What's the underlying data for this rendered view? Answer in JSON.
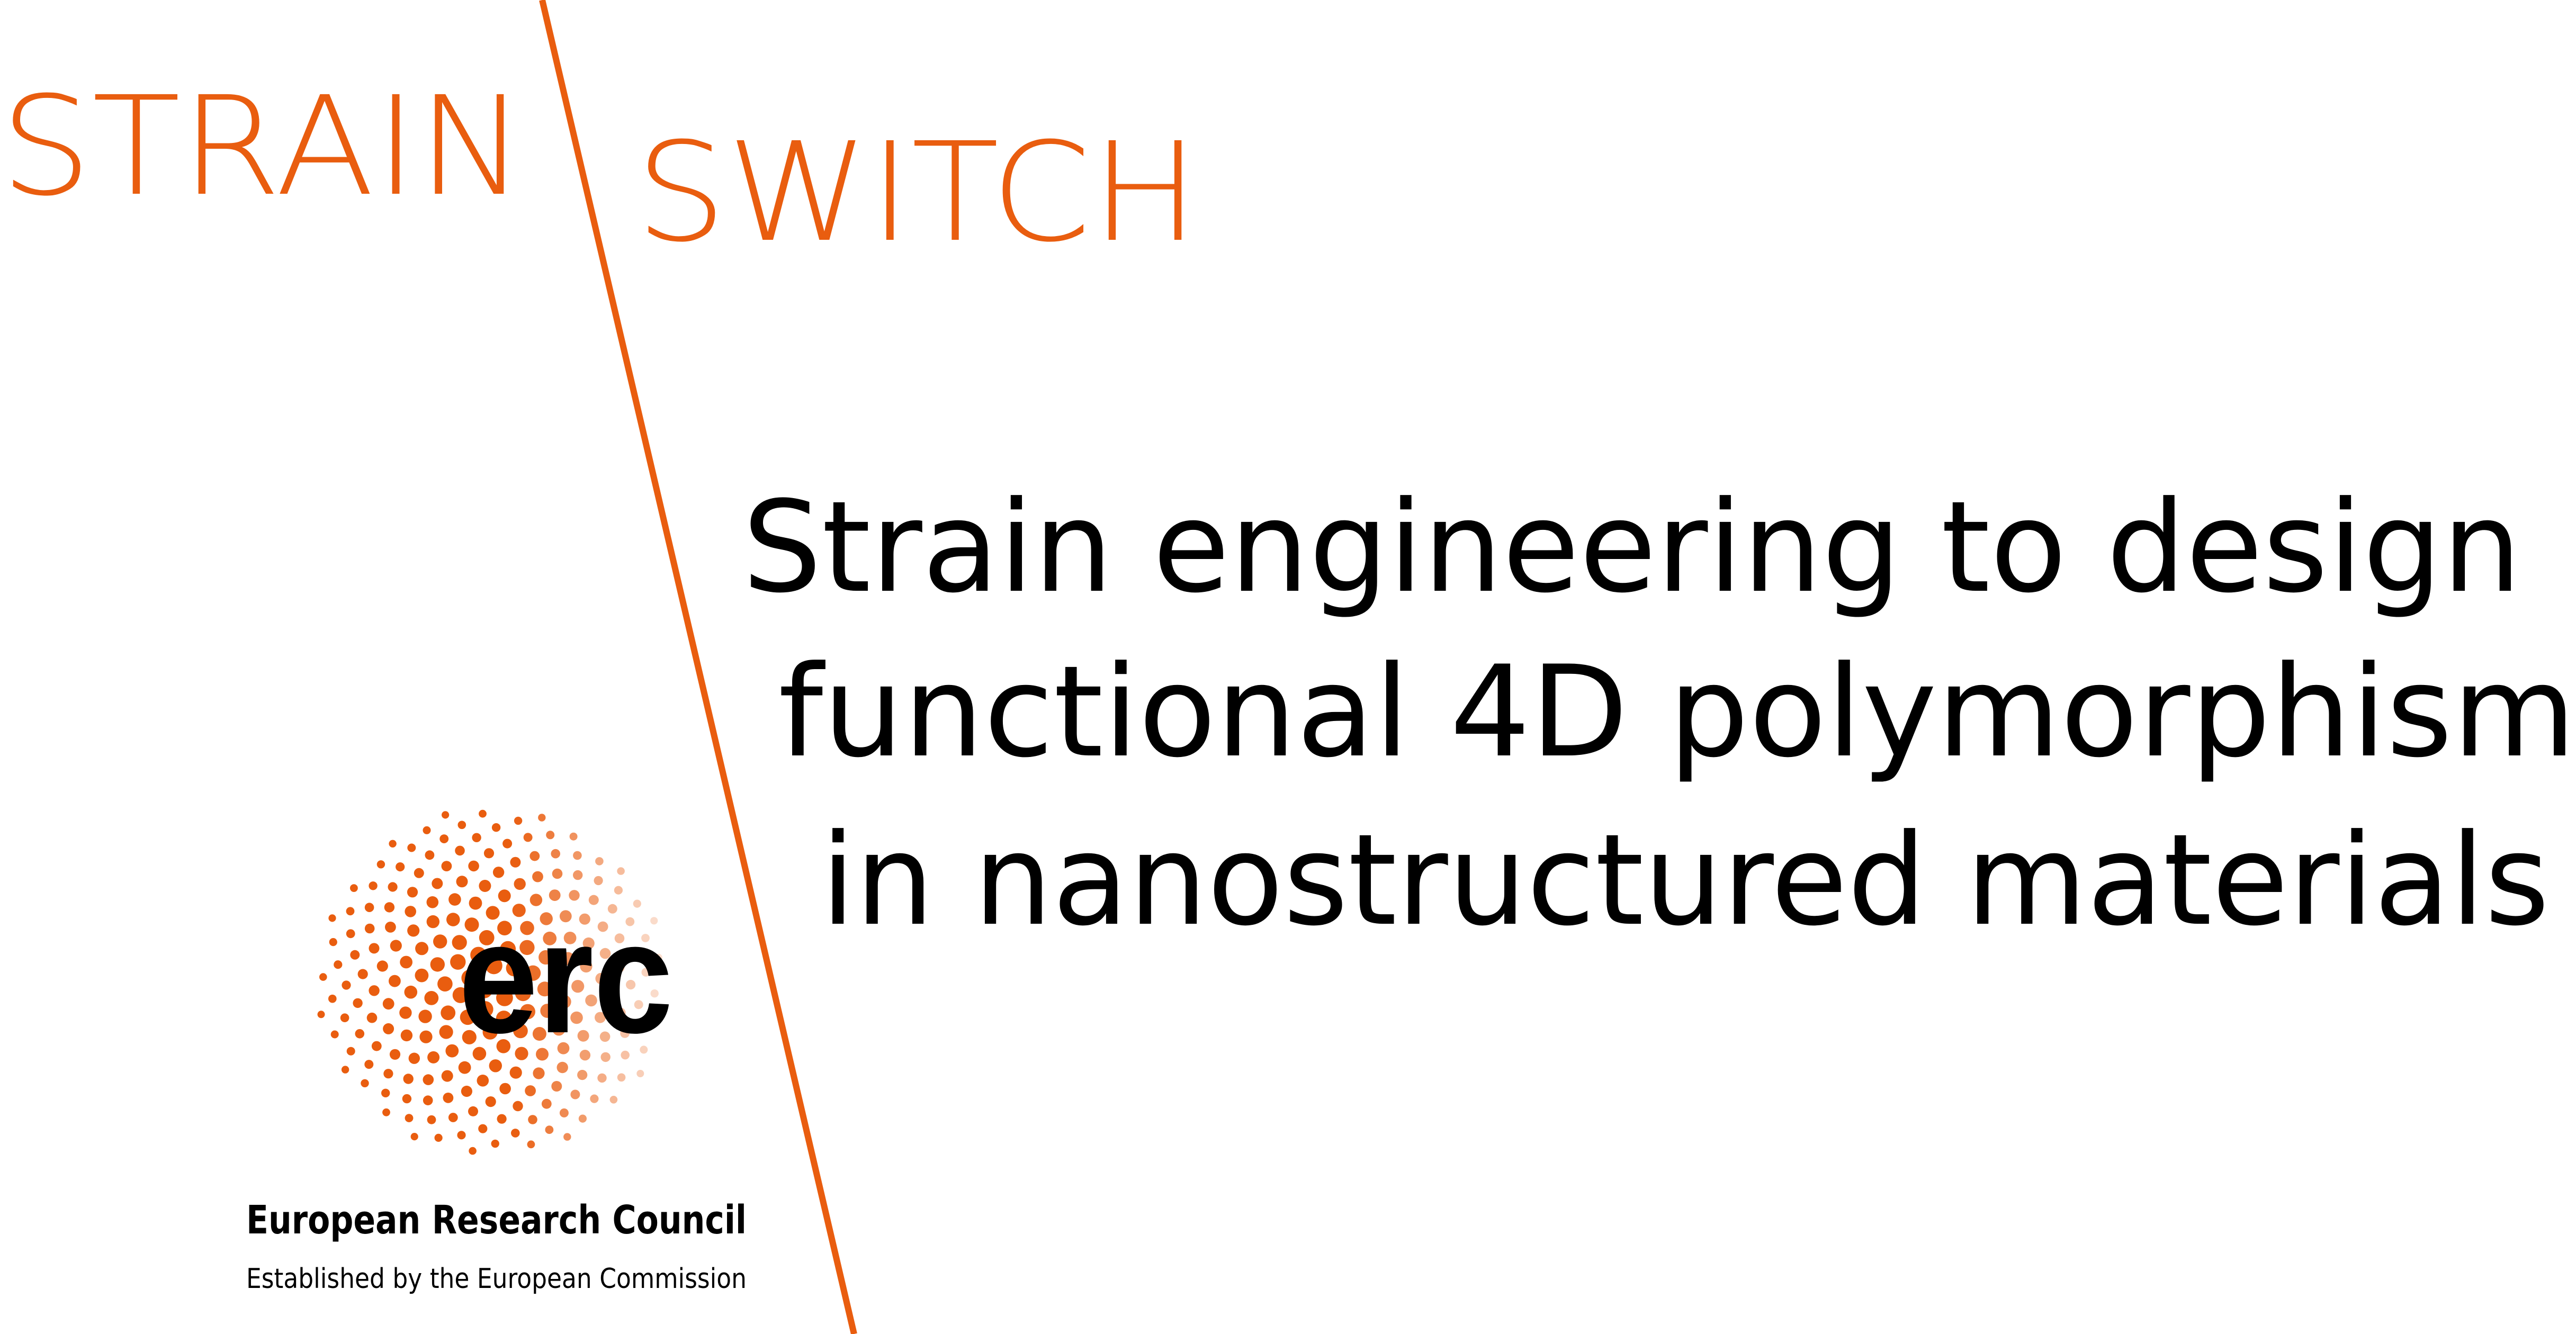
{
  "project": {
    "word1": "STRAIN",
    "word2": "SWITCH"
  },
  "title_lines": [
    "Strain engineering to design",
    "functional 4D polymorphism",
    "in nanostructured materials"
  ],
  "erc_logo": {
    "mark": "erc",
    "name": "European Research Council",
    "tagline": "Established by the European Commission"
  },
  "colors": {
    "accent": "#E95D0F",
    "text": "#000000",
    "background": "#FFFFFF"
  }
}
